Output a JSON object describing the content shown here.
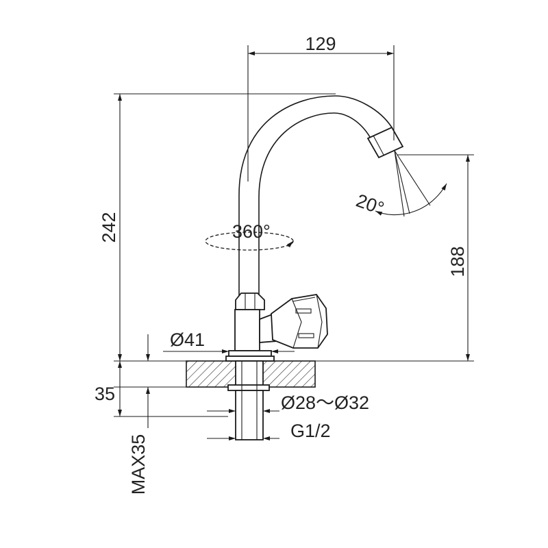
{
  "dimensions": {
    "spout_reach": "129",
    "total_height": "242",
    "spout_height": "188",
    "swivel_angle": "360°",
    "tilt_angle": "20°",
    "flange_diameter": "Ø41",
    "hole_diameter": "Ø28～Ø32",
    "thread": "G1/2",
    "deck_thickness": "35",
    "max_thickness": "MAX35"
  }
}
